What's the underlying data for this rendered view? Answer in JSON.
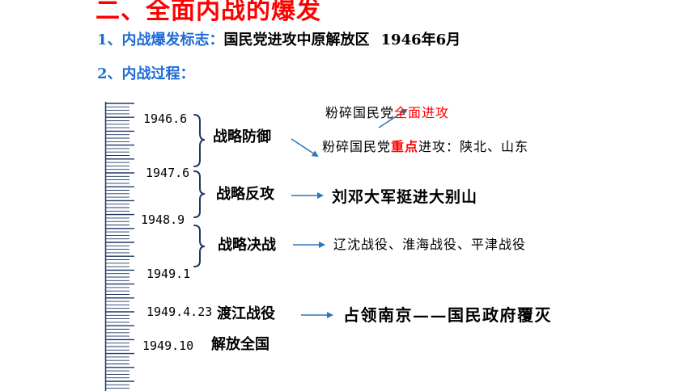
{
  "title": "二、全面内战的爆发",
  "item1": {
    "label": "1、内战爆发标志：",
    "text": "国民党进攻中原解放区",
    "date": "1946年6月"
  },
  "item2": {
    "label": "2、内战过程："
  },
  "timeline": {
    "dates": [
      "1946.6",
      "1947.6",
      "1948.9",
      "1949.1",
      "1949.4.23",
      "1949.10"
    ],
    "stages": {
      "defense": "战略防御",
      "counter": "战略反攻",
      "decisive": "战略决战",
      "river": "渡江战役",
      "liberate": "解放全国"
    },
    "results": {
      "smash_full_pre": "粉碎国民党",
      "smash_full_hl": "全面进攻",
      "smash_key_pre": "粉碎国民党",
      "smash_key_hl": "重点",
      "smash_key_post": "进攻：陕北、山东",
      "counter": "刘邓大军挺进大别山",
      "decisive": "辽沈战役、淮海战役、平津战役",
      "river": "占领南京——国民政府覆灭"
    }
  },
  "colors": {
    "title": "#ff0000",
    "subtitle": "#1f6bd6",
    "highlight": "#ff0000",
    "arrow": "#2e75b6",
    "brace": "#1f3864"
  }
}
